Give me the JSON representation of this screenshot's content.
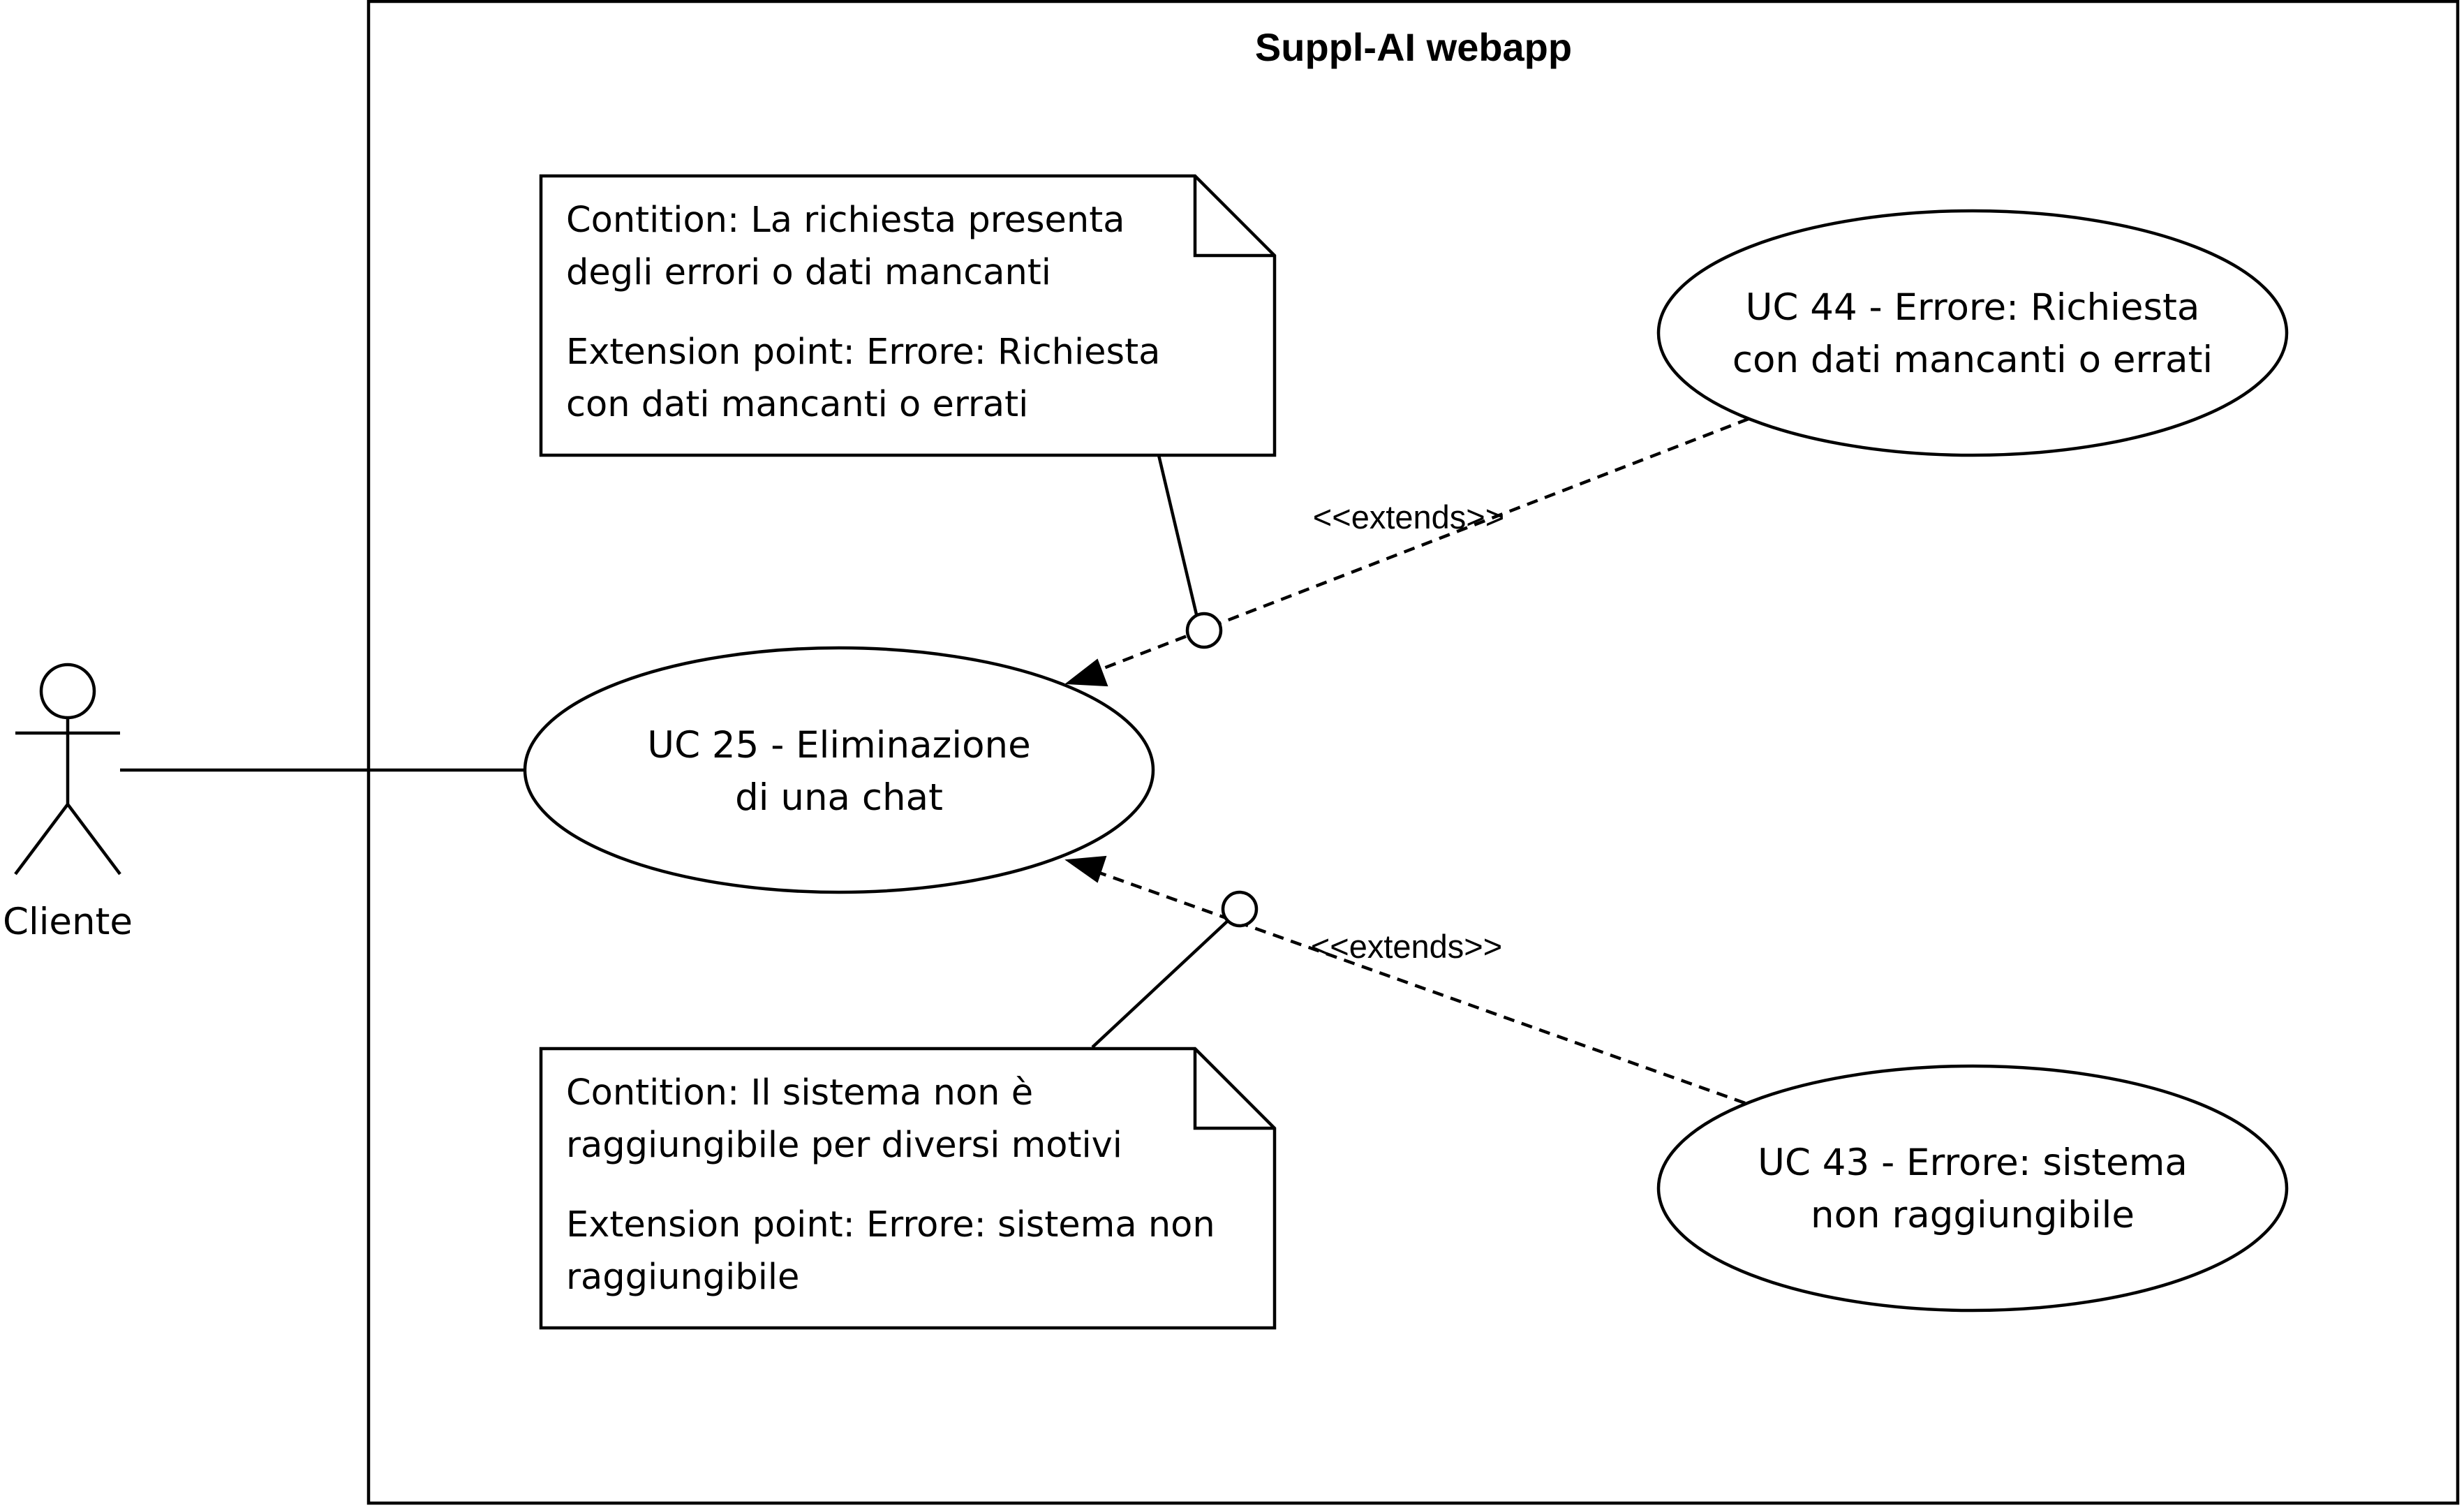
{
  "system": {
    "title": "Suppl-AI webapp"
  },
  "actor": {
    "label": "Cliente"
  },
  "use_cases": {
    "uc25": {
      "line1": "UC 25 - Eliminazione",
      "line2": "di una chat"
    },
    "uc44": {
      "line1": "UC 44 - Errore: Richiesta",
      "line2": "con dati mancanti o errati"
    },
    "uc43": {
      "line1": "UC 43 - Errore: sistema",
      "line2": "non raggiungibile"
    }
  },
  "relations": {
    "extends_top": "<<extends>>",
    "extends_bottom": "<<extends>>"
  },
  "notes": {
    "top": {
      "condition_line1": "Contition: La richiesta presenta",
      "condition_line2": "degli errori o dati mancanti",
      "extension_line1": "Extension point: Errore: Richiesta",
      "extension_line2": "con dati mancanti o errati"
    },
    "bottom": {
      "condition_line1": "Contition: Il sistema non è",
      "condition_line2": "raggiungibile per diversi motivi",
      "extension_line1": "Extension point: Errore: sistema non",
      "extension_line2": "raggiungibile"
    }
  }
}
